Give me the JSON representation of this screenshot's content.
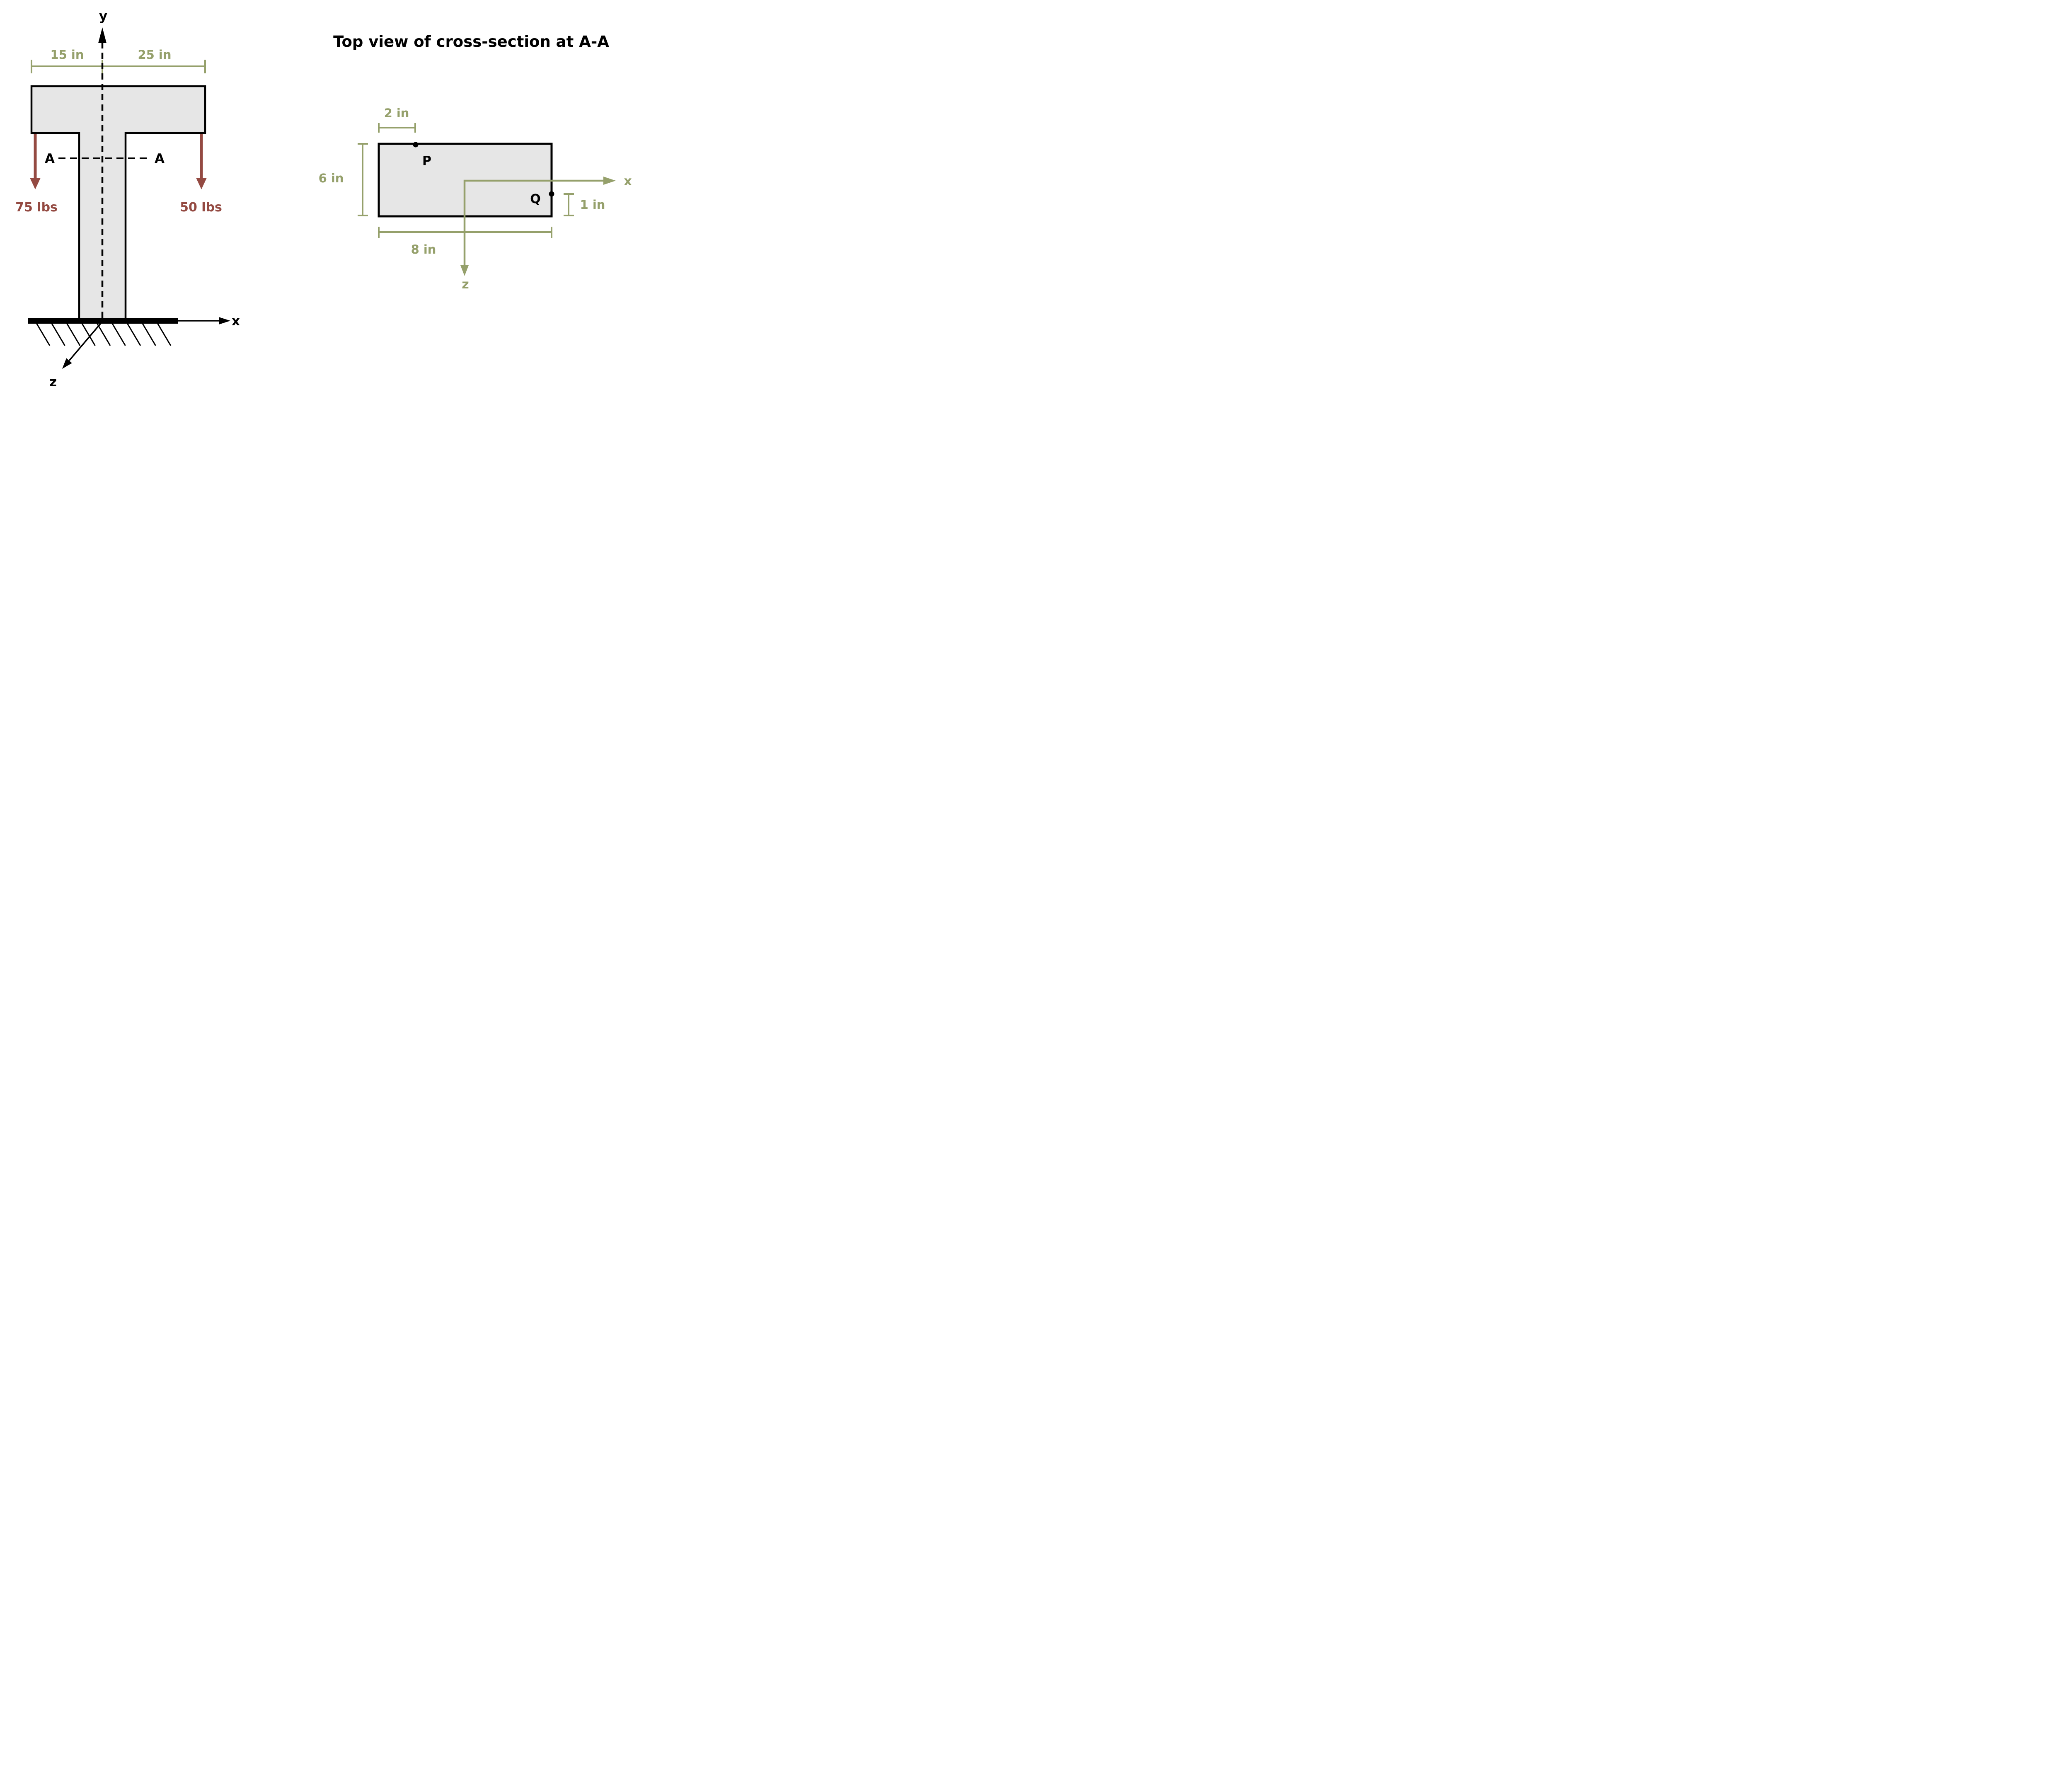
{
  "colors": {
    "olive": "#95A06B",
    "load_red": "#944A42",
    "shape_gray": "#E6E6E6",
    "line_black": "#000000",
    "background": "#FFFFFF"
  },
  "left_figure": {
    "dim_left_label": "15 in",
    "dim_right_label": "25 in",
    "section_label_left": "A",
    "section_label_right": "A",
    "load_left_label": "75 lbs",
    "load_right_label": "50 lbs",
    "axis_x_label": "x",
    "axis_y_label": "y",
    "axis_z_label": "z"
  },
  "right_figure": {
    "title": "Top view of cross-section at A-A",
    "dim_top_label": "2 in",
    "dim_left_label": "6 in",
    "dim_bottom_label": "8 in",
    "dim_right_label": "1 in",
    "point_p_label": "P",
    "point_q_label": "Q",
    "axis_x_label": "x",
    "axis_z_label": "z"
  }
}
